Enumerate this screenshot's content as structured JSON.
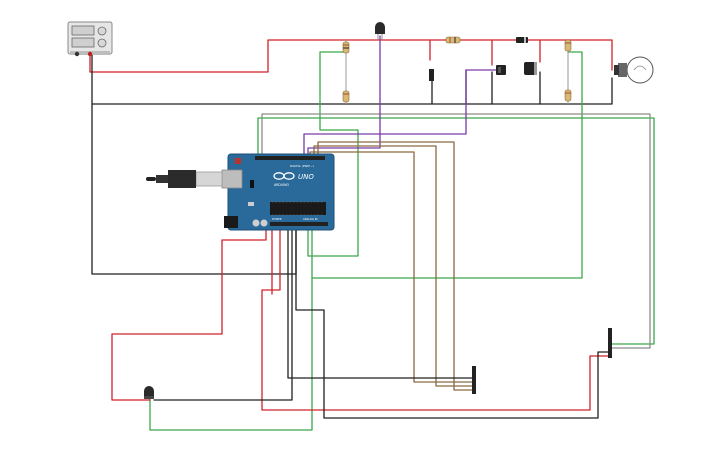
{
  "colors": {
    "wire_red": "#d0202a",
    "wire_black": "#202020",
    "wire_green": "#3aa84a",
    "wire_purple": "#7a3aa8",
    "wire_brown": "#8a6a40",
    "wire_gray": "#8c8c8c",
    "board_blue": "#2a6a9a",
    "board_dark": "#1f4f76",
    "chip_black": "#1a1a1a"
  },
  "board": {
    "brand_text": "ARDUINO",
    "model_text": "UNO",
    "digital_label": "DIGITAL (PWM ~)",
    "power_label": "POWER",
    "analog_label": "ANALOG IN"
  },
  "icons": {
    "power_supply": "power-supply-icon",
    "bulb": "light-bulb-icon",
    "usb_cable": "usb-cable-icon",
    "temperature_sensor": "temperature-sensor-icon",
    "diode": "diode-icon",
    "capacitor": "capacitor-icon",
    "relay": "relay-icon"
  }
}
